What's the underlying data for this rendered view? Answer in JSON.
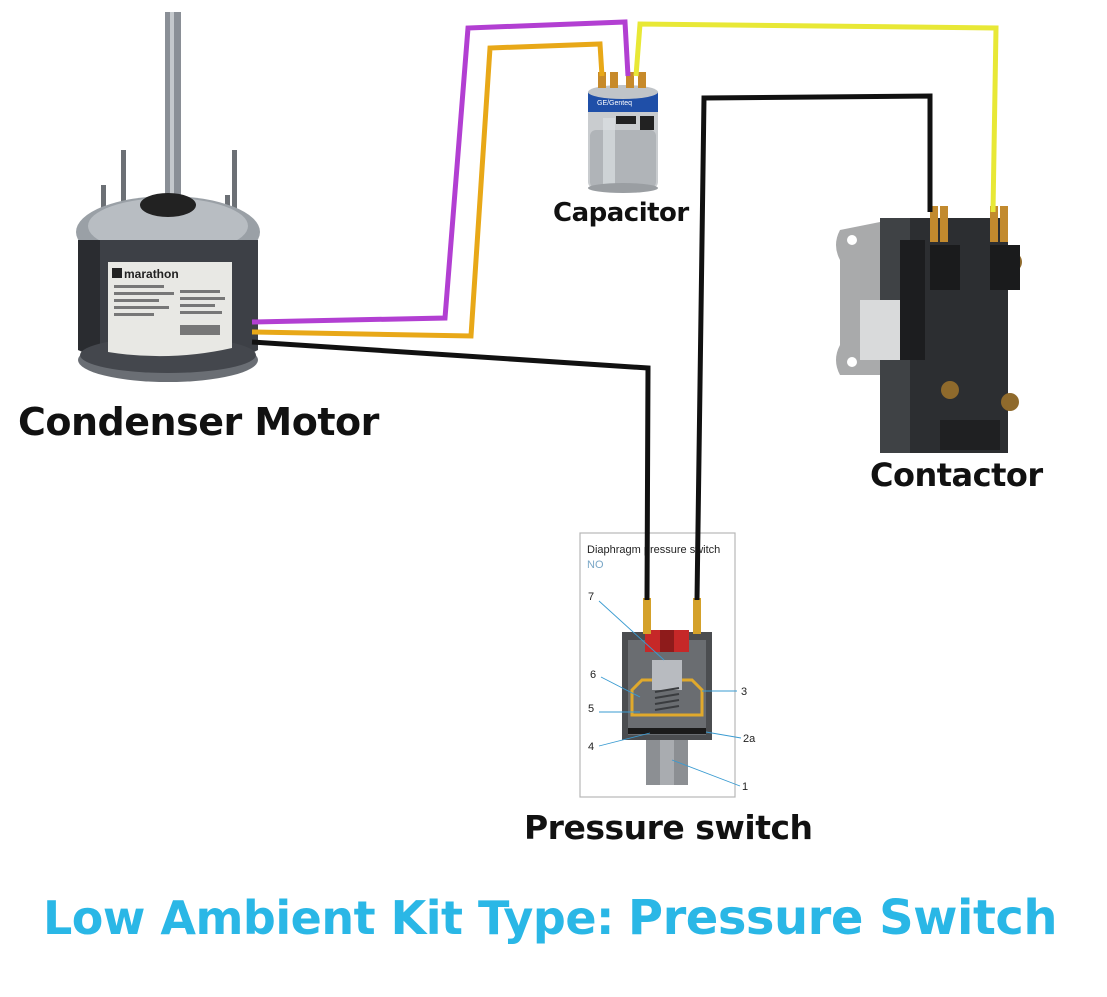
{
  "labels": {
    "condenser_motor": "Condenser Motor",
    "capacitor": "Capacitor",
    "contactor": "Contactor",
    "pressure_switch": "Pressure switch"
  },
  "motor": {
    "brand": "marathon"
  },
  "capacitor_device": {
    "brand": "GE/Genteq"
  },
  "pressure_switch_figure": {
    "title": "Diaphragm pressure switch",
    "subtitle": "NO",
    "callouts": {
      "c7": "7",
      "c6": "6",
      "c5": "5",
      "c4": "4",
      "c3": "3",
      "c2a": "2a",
      "c1": "1"
    }
  },
  "footer": {
    "prefix": "Low Ambient Kit Type:",
    "emphasis": "Pressure Switch"
  },
  "wire_colors": {
    "purple": "#b23fd2",
    "orange": "#e8a818",
    "yellow": "#e8e836",
    "black": "#111111"
  },
  "accent_color": "#2ab7e6"
}
